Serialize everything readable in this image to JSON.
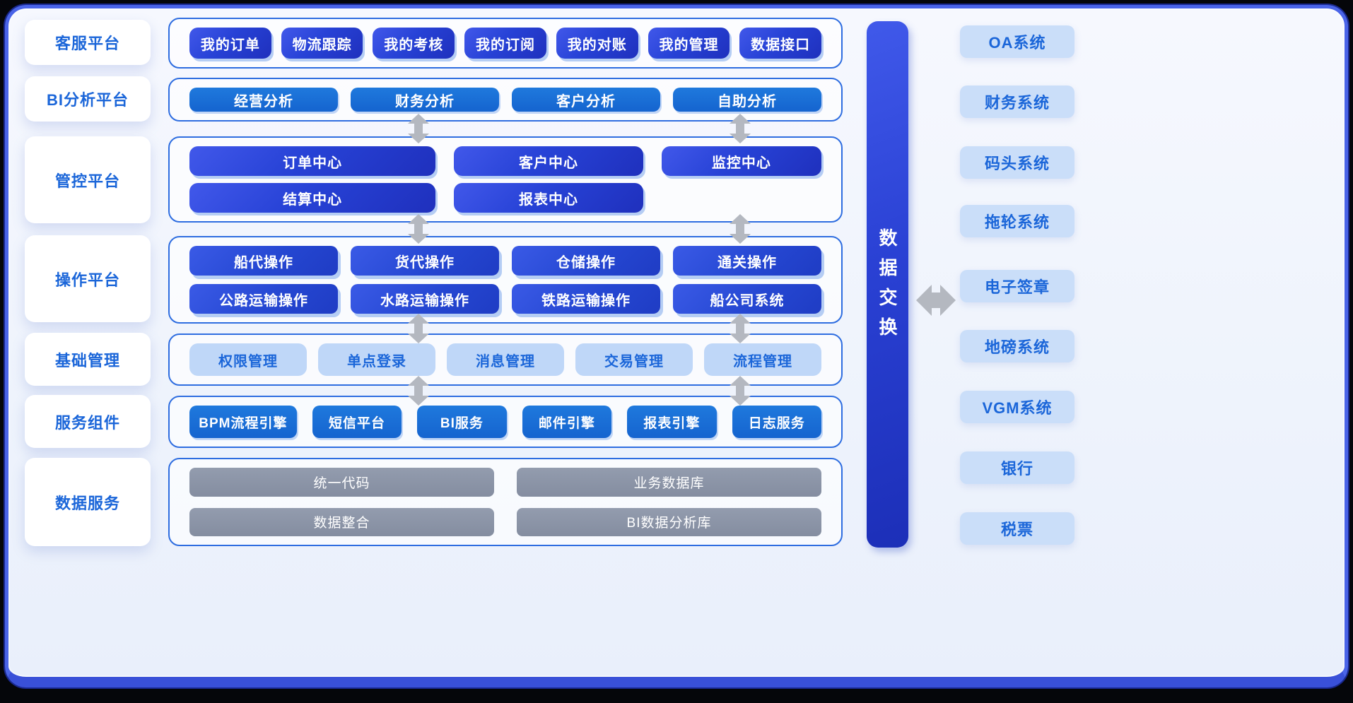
{
  "sections": [
    {
      "label": "客服平台",
      "items": [
        "我的订单",
        "物流跟踪",
        "我的考核",
        "我的订阅",
        "我的对账",
        "我的管理",
        "数据接口"
      ]
    },
    {
      "label": "BI分析平台",
      "items": [
        "经营分析",
        "财务分析",
        "客户分析",
        "自助分析"
      ]
    },
    {
      "label": "管控平台",
      "rows": [
        [
          "订单中心",
          "客户中心",
          "监控中心"
        ],
        [
          "结算中心",
          "报表中心"
        ]
      ]
    },
    {
      "label": "操作平台",
      "rows": [
        [
          "船代操作",
          "货代操作",
          "仓储操作",
          "通关操作"
        ],
        [
          "公路运输操作",
          "水路运输操作",
          "铁路运输操作",
          "船公司系统"
        ]
      ]
    },
    {
      "label": "基础管理",
      "items": [
        "权限管理",
        "单点登录",
        "消息管理",
        "交易管理",
        "流程管理"
      ]
    },
    {
      "label": "服务组件",
      "items": [
        "BPM流程引擎",
        "短信平台",
        "BI服务",
        "邮件引擎",
        "报表引擎",
        "日志服务"
      ]
    },
    {
      "label": "数据服务",
      "rows": [
        [
          "统一代码",
          "业务数据库"
        ],
        [
          "数据整合",
          "BI数据分析库"
        ]
      ]
    }
  ],
  "exchange_bar": {
    "label": "数据交换"
  },
  "external_systems": [
    "OA系统",
    "财务系统",
    "码头系统",
    "拖轮系统",
    "电子签章",
    "地磅系统",
    "VGM系统",
    "银行",
    "税票"
  ],
  "palette": {
    "royal_button": "#2742d6",
    "flat_button": "#1a70d7",
    "light_button_bg": "#bfd7f8",
    "gray_button": "#8c95a7",
    "accent_text": "#1b66d9",
    "box_border": "#2e6de0",
    "frame_border": "#4a64e8",
    "arrow_gray": "#b4b8c0"
  }
}
